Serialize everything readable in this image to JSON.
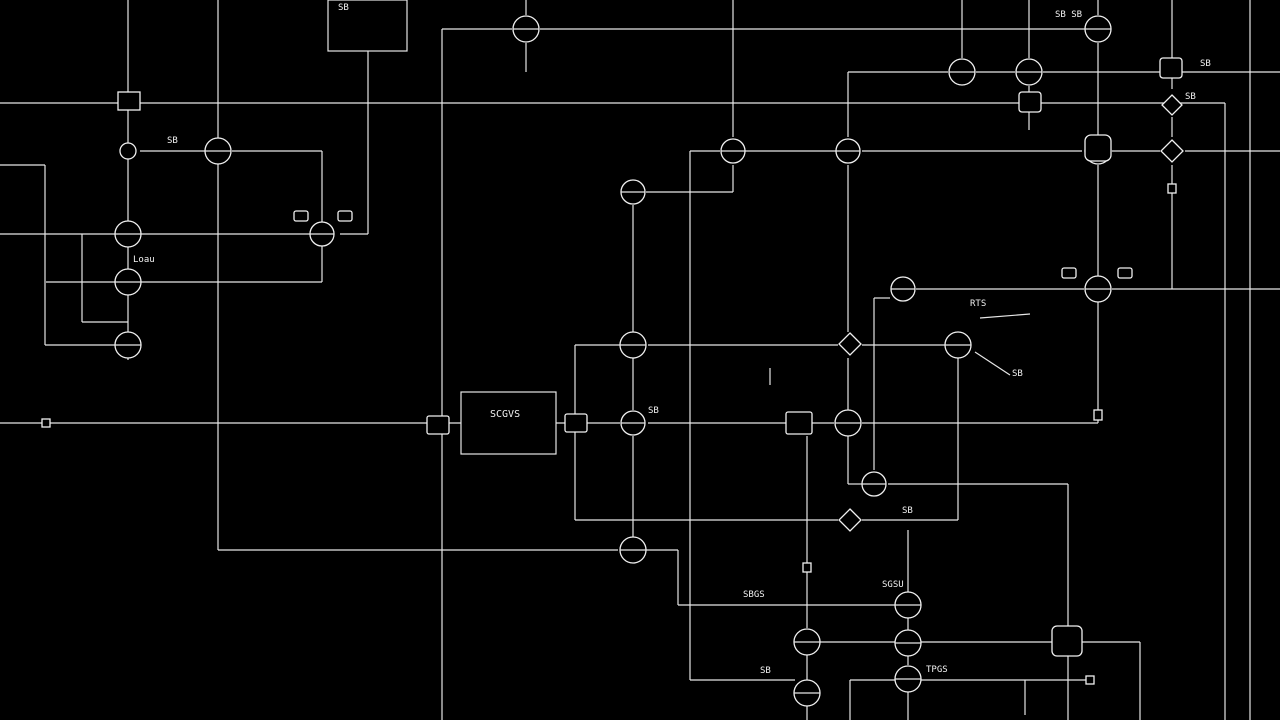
{
  "diagram": {
    "background": "#000000",
    "line_color": "#e6e6e6",
    "center_block_label": "SCGVS",
    "labels": {
      "lbl_loau": "Loau",
      "lbl_rt": "RTS",
      "lbl_tp": "TPGS",
      "lbl_sb": "SBGS",
      "lbl_sg": "SGSU",
      "lbl_b1": "SB",
      "lbl_b2": "SB",
      "lbl_b3": "SB",
      "lbl_b4": "SB",
      "lbl_s3": "SB SB",
      "lbl_r1": "SB",
      "lbl_r2": "SB",
      "lbl_r3": "SB",
      "lbl_num": "SB"
    }
  }
}
